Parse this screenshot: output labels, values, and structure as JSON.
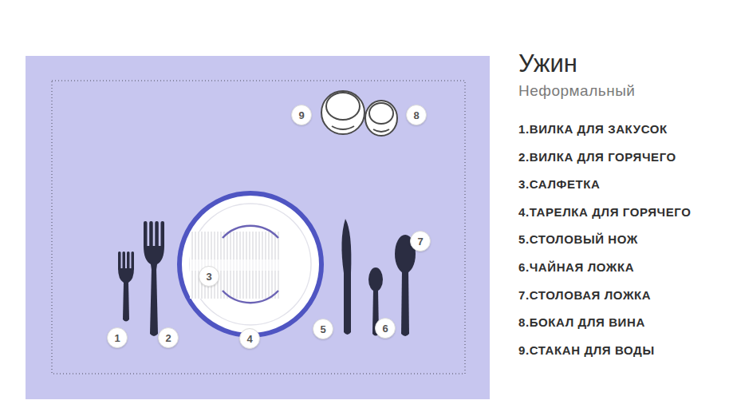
{
  "diagram": {
    "title": "Ужин",
    "nodes": [
      {
        "text": [
          "9"
        ]
      },
      {
        "text": [
          "8"
        ]
      },
      {
        "text": [
          "7"
        ]
      },
      {
        "text": [
          "3"
        ]
      },
      {
        "text": [
          "1"
        ]
      },
      {
        "text": [
          "2"
        ]
      },
      {
        "text": [
          "4"
        ]
      },
      {
        "text": [
          "5"
        ]
      },
      {
        "text": [
          "6"
        ]
      }
    ],
    "labels": [
      "Неформальный",
      "1.ВИЛКА ДЛЯ ЗАКУСОК",
      "2.ВИЛКА ДЛЯ ГОРЯЧЕГО",
      "3.САЛФЕТКА",
      "4.ТАРЕЛКА ДЛЯ ГОРЯЧЕГО",
      "5.СТОЛОВЫЙ НОЖ",
      "6.ЧАЙНАЯ ЛОЖКА",
      "7.СТОЛОВАЯ ЛОЖКА",
      "8.БОКАЛ ДЛЯ ВИНА",
      "9.СТАКАН ДЛЯ ВОДЫ"
    ]
  }
}
